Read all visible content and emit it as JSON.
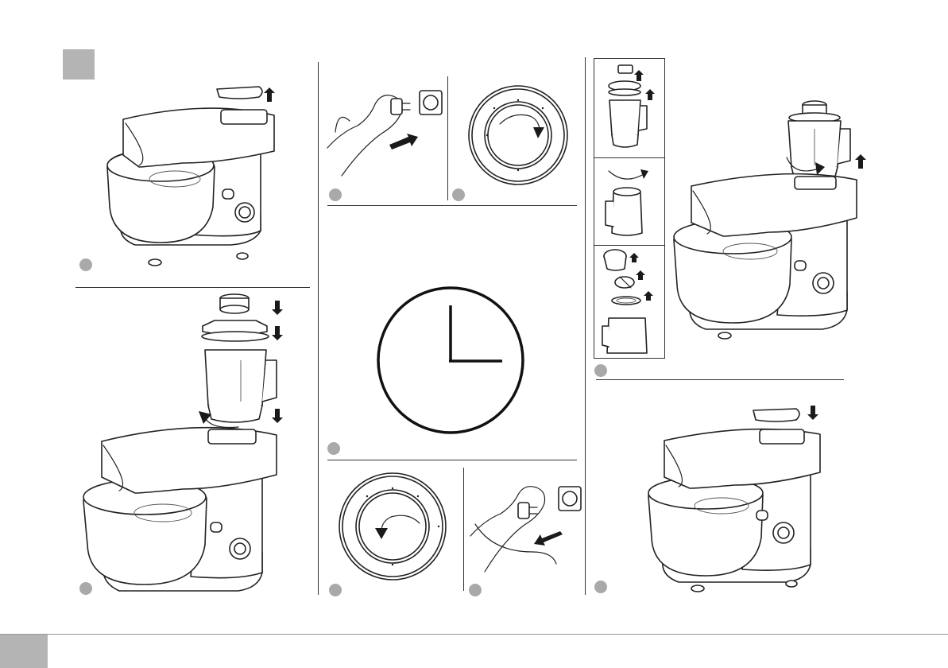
{
  "page": {
    "chapter_marker": "",
    "footer_text": ""
  },
  "steps": [
    {
      "id": "1",
      "badge": ""
    },
    {
      "id": "2",
      "badge": ""
    },
    {
      "id": "3",
      "badge": ""
    },
    {
      "id": "4",
      "badge": ""
    },
    {
      "id": "5",
      "badge": ""
    },
    {
      "id": "6",
      "badge": ""
    },
    {
      "id": "7",
      "badge": ""
    },
    {
      "id": "8",
      "badge": ""
    },
    {
      "id": "9",
      "badge": ""
    }
  ],
  "icons": {
    "lid_up": "arrow-up-icon",
    "lid_down": "arrow-down-icon",
    "plug_in": "arrow-right-icon",
    "plug_out": "arrow-left-icon",
    "knob_cw": "rotate-clockwise-icon",
    "knob_ccw": "rotate-counterclockwise-icon",
    "timer": "clock-icon"
  },
  "colors": {
    "badge": "#a9a9a9",
    "chapter_box": "#b4b4b4",
    "line": "#222222"
  }
}
